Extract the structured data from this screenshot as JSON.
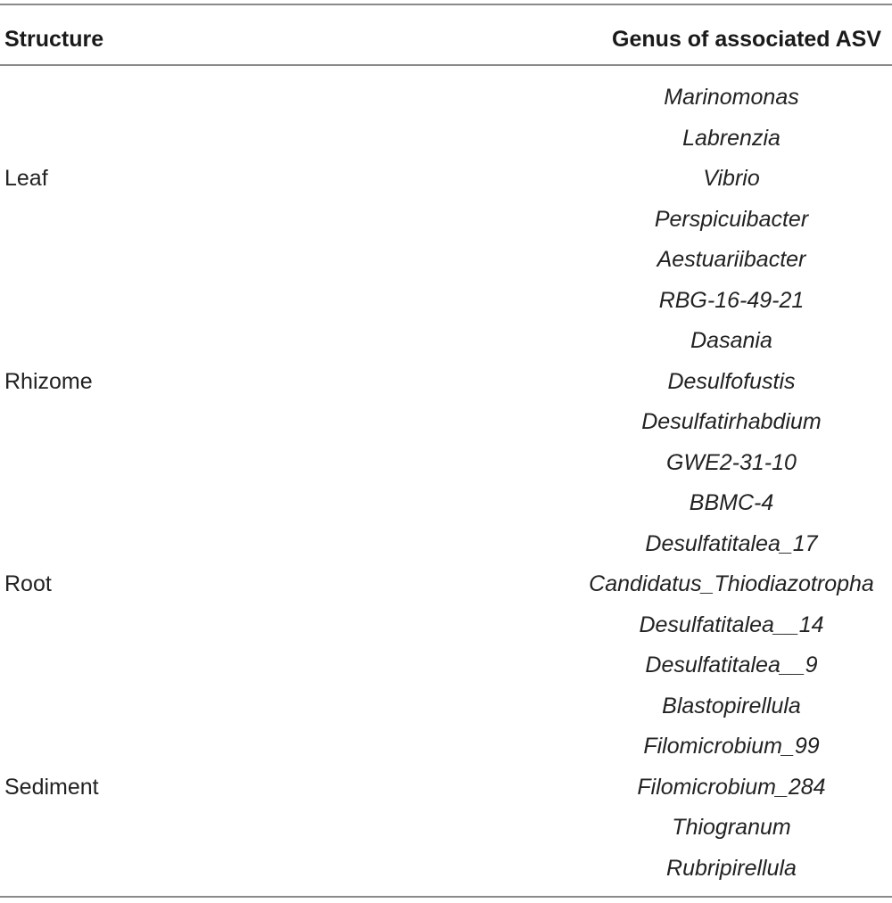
{
  "table": {
    "headers": {
      "structure": "Structure",
      "genus": "Genus of associated ASV"
    },
    "rows": [
      {
        "structure": "",
        "genus": "Marinomonas"
      },
      {
        "structure": "",
        "genus": "Labrenzia"
      },
      {
        "structure": "Leaf",
        "genus": "Vibrio"
      },
      {
        "structure": "",
        "genus": "Perspicuibacter"
      },
      {
        "structure": "",
        "genus": "Aestuariibacter"
      },
      {
        "structure": "",
        "genus": "RBG-16-49-21"
      },
      {
        "structure": "",
        "genus": "Dasania"
      },
      {
        "structure": "Rhizome",
        "genus": "Desulfofustis"
      },
      {
        "structure": "",
        "genus": "Desulfatirhabdium"
      },
      {
        "structure": "",
        "genus": "GWE2-31-10"
      },
      {
        "structure": "",
        "genus": "BBMC-4"
      },
      {
        "structure": "",
        "genus": "Desulfatitalea_17"
      },
      {
        "structure": "Root",
        "genus": "Candidatus_Thiodiazotropha"
      },
      {
        "structure": "",
        "genus": "Desulfatitalea__14"
      },
      {
        "structure": "",
        "genus": "Desulfatitalea__9"
      },
      {
        "structure": "",
        "genus": "Blastopirellula"
      },
      {
        "structure": "",
        "genus": "Filomicrobium_99"
      },
      {
        "structure": "Sediment",
        "genus": "Filomicrobium_284"
      },
      {
        "structure": "",
        "genus": "Thiogranum"
      },
      {
        "structure": "",
        "genus": "Rubripirellula"
      }
    ]
  }
}
